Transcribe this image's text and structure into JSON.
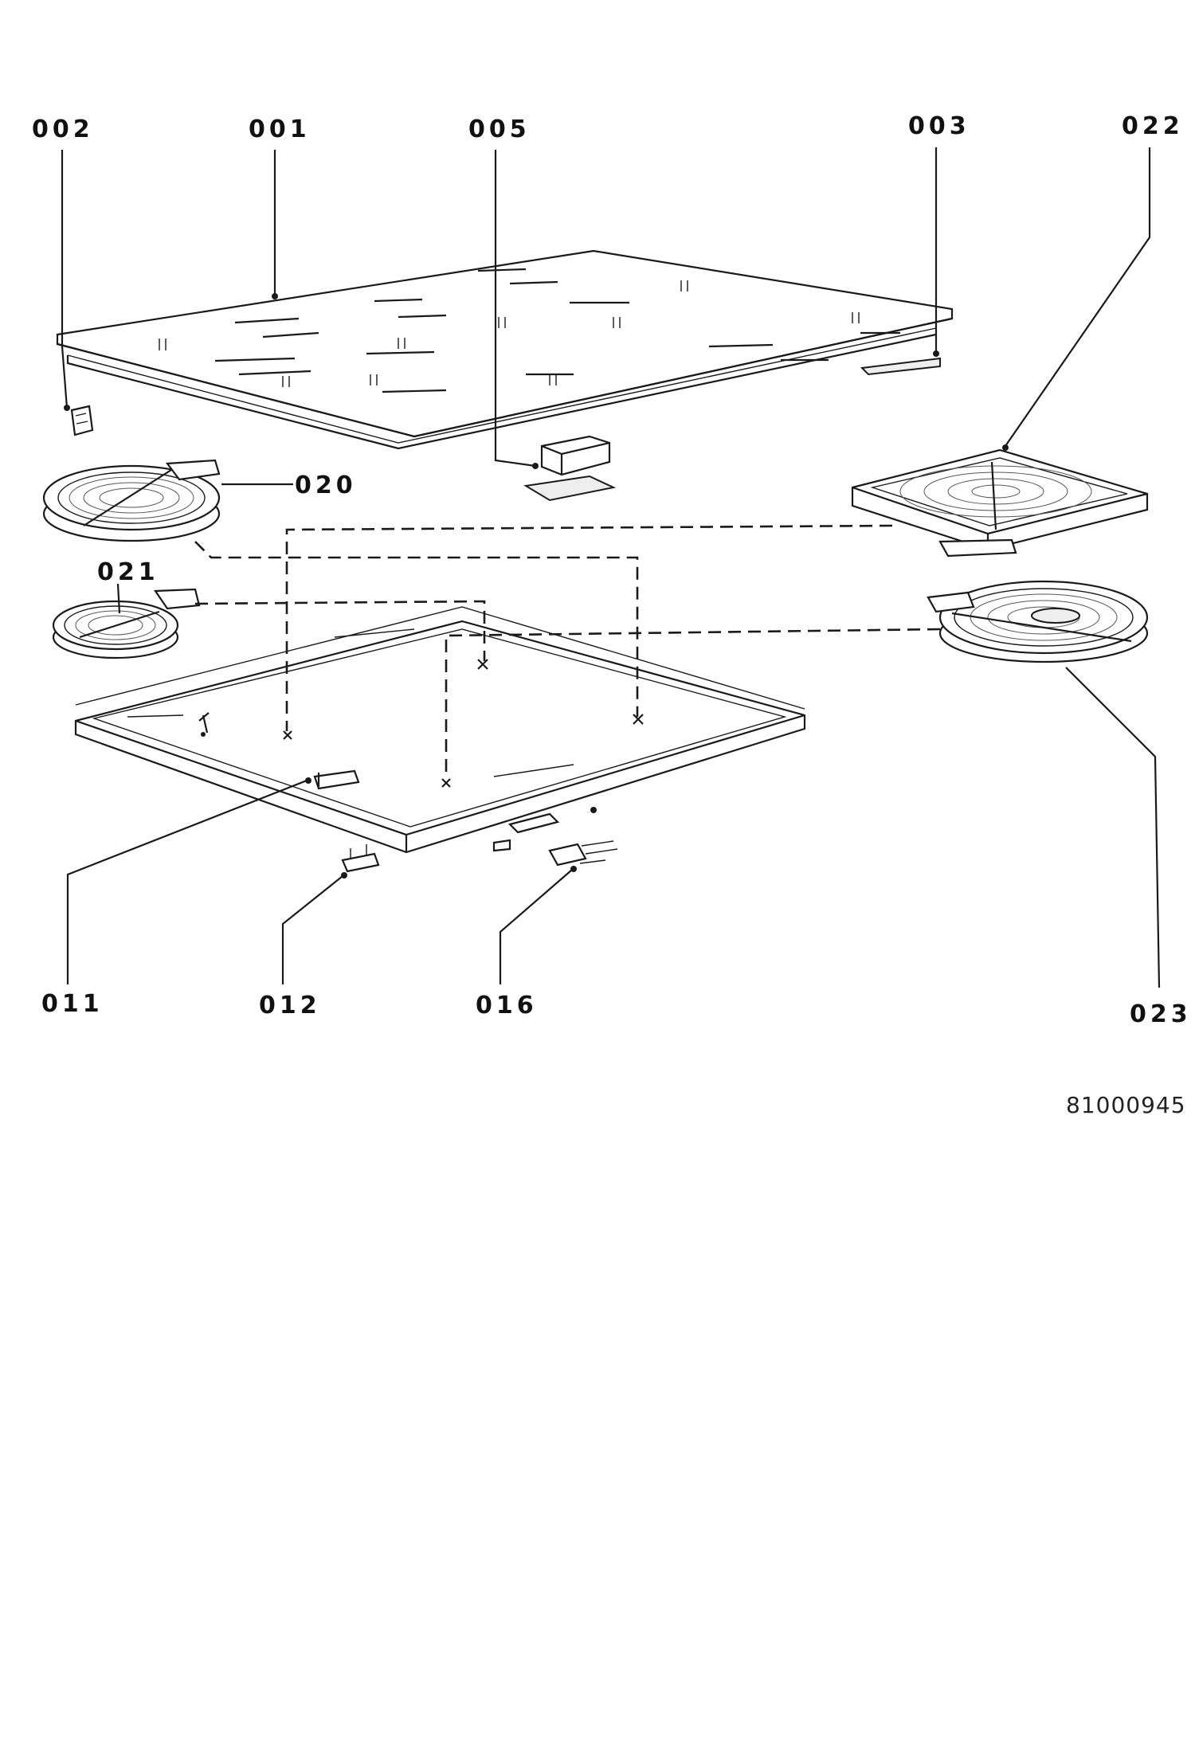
{
  "part_labels": {
    "p002": "002",
    "p001": "001",
    "p005": "005",
    "p003": "003",
    "p022": "022",
    "p020": "020",
    "p021": "021",
    "p011": "011",
    "p012": "012",
    "p016": "016",
    "p023": "023"
  },
  "document_number": "81000945"
}
